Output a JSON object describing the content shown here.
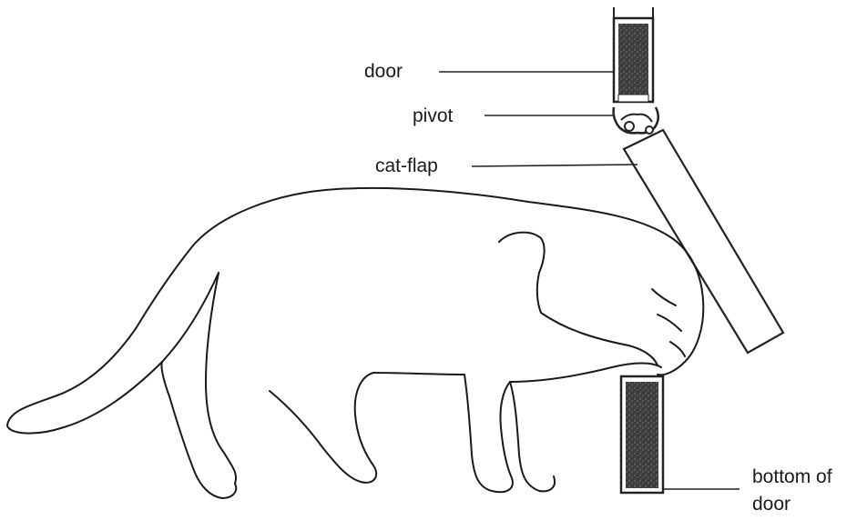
{
  "labels": {
    "door": "door",
    "pivot": "pivot",
    "cat_flap": "cat-flap",
    "bottom_of_door_line1": "bottom of",
    "bottom_of_door_line2": "door"
  }
}
